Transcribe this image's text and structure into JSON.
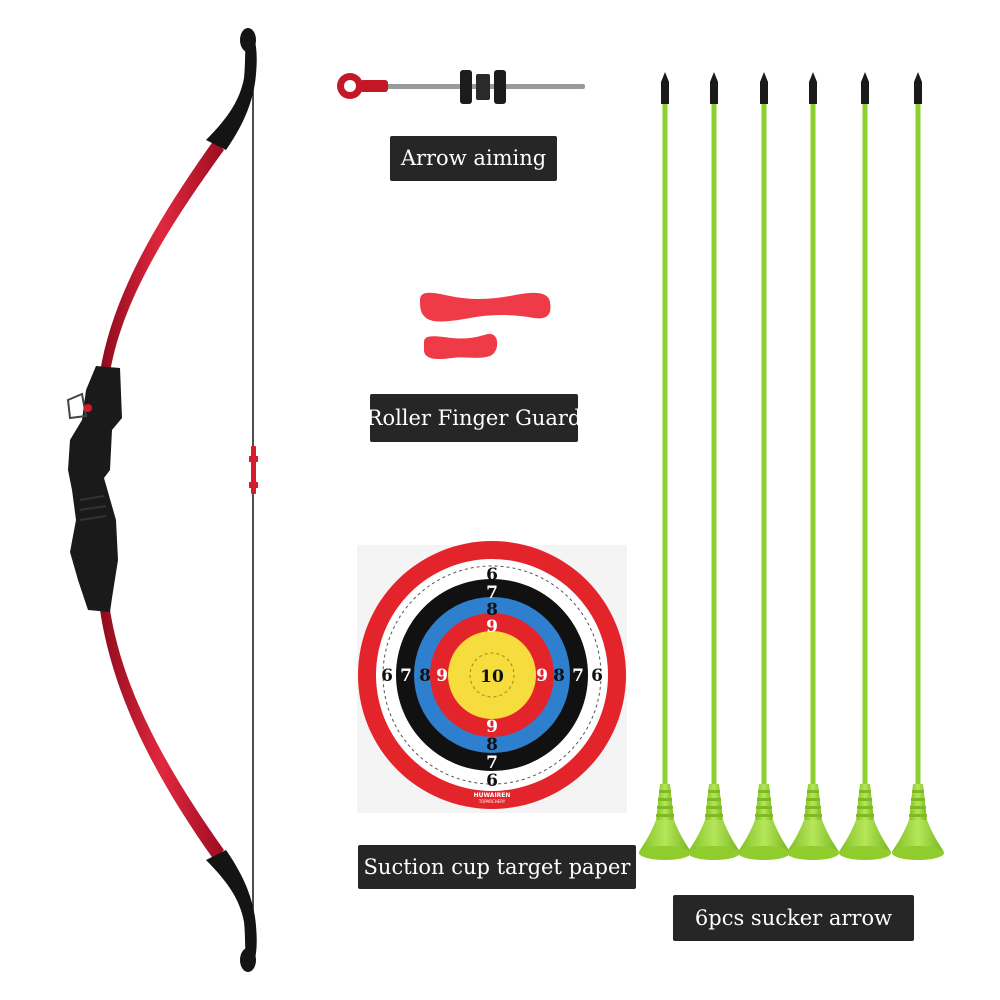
{
  "labels": {
    "arrow_aiming": "Arrow aiming",
    "finger_guard": "Roller Finger Guard",
    "target_paper": "Suction cup target paper",
    "sucker_arrow": "6pcs sucker arrow"
  },
  "target": {
    "ring_numbers": [
      "6",
      "7",
      "8",
      "9",
      "10"
    ],
    "brand": "HUWAIREN",
    "brand_sub": "TOPARCHERY"
  },
  "colors": {
    "bow_limb": "#c8102e",
    "bow_riser": "#1a1a1a",
    "arrow_shaft": "#8ccf2e",
    "suction_cup": "#9ad334",
    "target_red": "#e3252b",
    "target_blue": "#2f7fcf",
    "target_yellow": "#f6dc3c",
    "target_black": "#111111",
    "label_bg": "#262626"
  },
  "arrow_count": 6
}
